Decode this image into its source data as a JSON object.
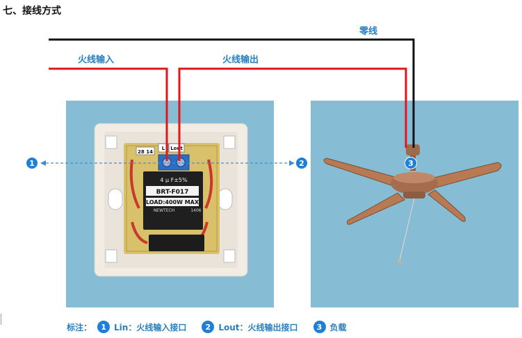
{
  "section_title": "七、接线方式",
  "labels": {
    "neutral_wire": "零线",
    "live_input": "火线输入",
    "live_output": "火线输出"
  },
  "device": {
    "terminal_left": "28 14",
    "terminal_l": "L",
    "terminal_lout": "Lout",
    "model": "BRT-F017",
    "load": "LOAD:400W MAX",
    "capacitor": "4 μ F±5%",
    "brand": "NEWTECH",
    "code": "1406"
  },
  "badges": {
    "one": "1",
    "two": "2",
    "three": "3"
  },
  "legend": {
    "prefix": "标注：",
    "item1": "Lin：火线输入接口",
    "item2": "Lout：火线输出接口",
    "item3": "负载"
  },
  "colors": {
    "live_wire": "#e0161b",
    "neutral_wire": "#111111",
    "accent": "#2a7fc1",
    "badge": "#1f7fd6",
    "photo_bg": "#86bcd4"
  }
}
